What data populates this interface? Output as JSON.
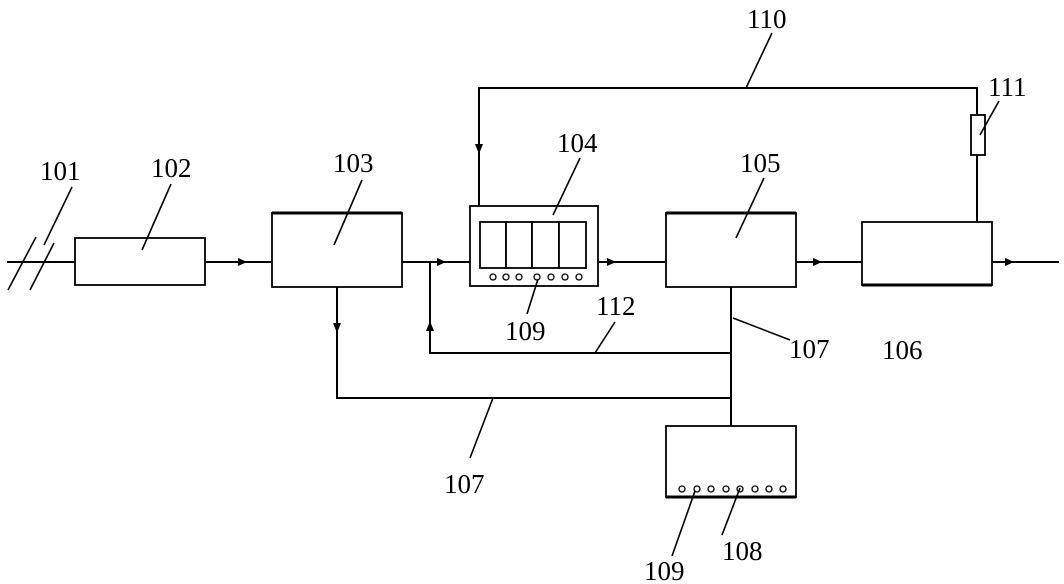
{
  "labels": {
    "l101": "101",
    "l102": "102",
    "l103": "103",
    "l104": "104",
    "l105": "105",
    "l106": "106",
    "l107a": "107",
    "l107b": "107",
    "l108": "108",
    "l109a": "109",
    "l109b": "109",
    "l110": "110",
    "l111": "111",
    "l112": "112"
  }
}
